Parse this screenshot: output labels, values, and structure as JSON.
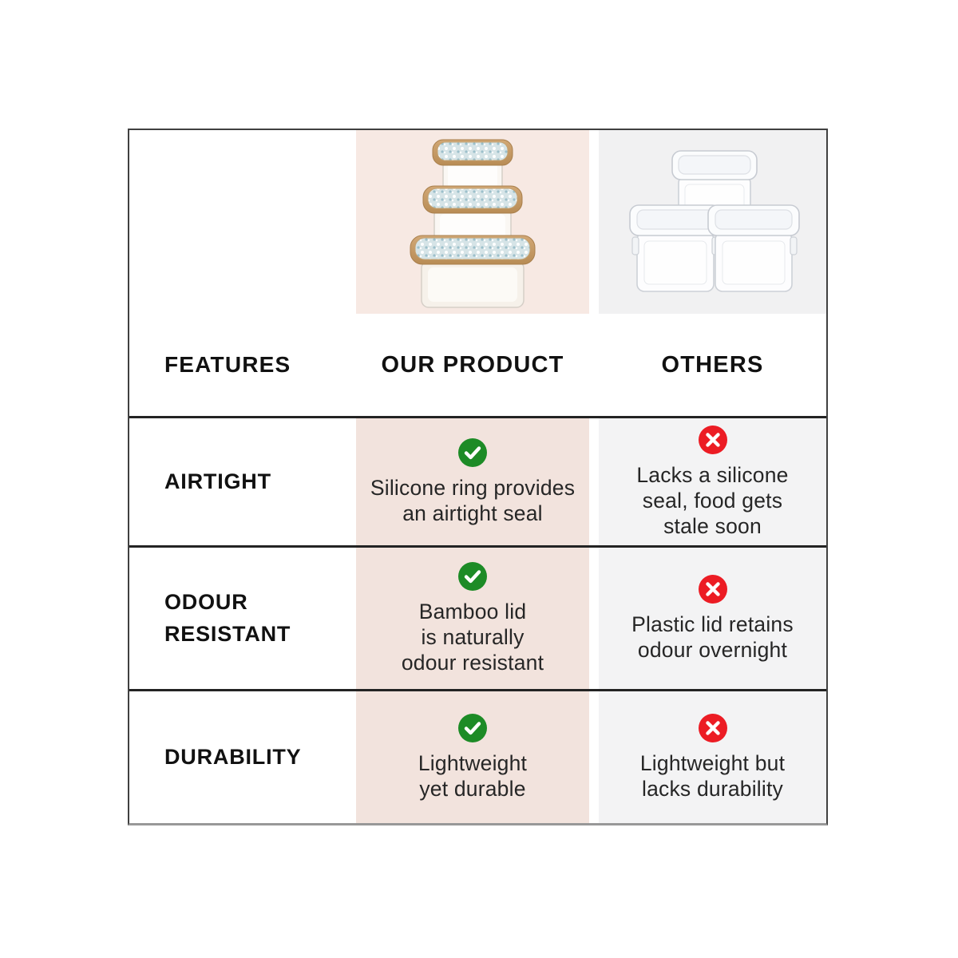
{
  "table": {
    "header": {
      "features_label": "FEATURES",
      "our_product_label": "OUR PRODUCT",
      "others_label": "OTHERS"
    },
    "images": {
      "our_product": "stacked-glass-containers-with-patterned-bamboo-lids",
      "others": "three-clear-containers-with-plastic-lids"
    },
    "rows": [
      {
        "feature": "AIRTIGHT",
        "our_product": {
          "icon": "check-icon",
          "text": "Silicone ring provides\nan airtight seal"
        },
        "others": {
          "icon": "cross-icon",
          "text": "Lacks a silicone\nseal, food gets\nstale soon"
        }
      },
      {
        "feature": "ODOUR\nRESISTANT",
        "our_product": {
          "icon": "check-icon",
          "text": "Bamboo lid\nis naturally\nodour resistant"
        },
        "others": {
          "icon": "cross-icon",
          "text": "Plastic lid retains\nodour overnight"
        }
      },
      {
        "feature": "DURABILITY",
        "our_product": {
          "icon": "check-icon",
          "text": "Lightweight\nyet durable"
        },
        "others": {
          "icon": "cross-icon",
          "text": "Lightweight but\nlacks durability"
        }
      }
    ]
  },
  "colors": {
    "our_product_column_bg": "#f2e3dd",
    "our_product_image_bg": "#f7e9e3",
    "others_column_bg": "#f3f3f4",
    "positive_green": "#1d8b26",
    "negative_red": "#ec1c24",
    "table_border": "#404040",
    "text": "#1c1c1c"
  }
}
